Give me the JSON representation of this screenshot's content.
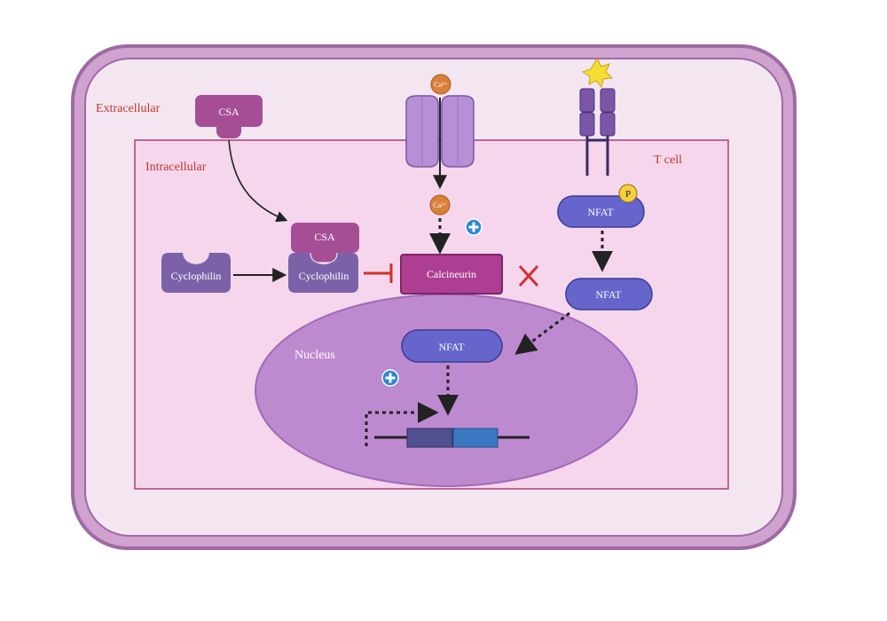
{
  "labels": {
    "extracellular": "Extracellular",
    "intracellular": "Intracellular",
    "t_cell": "T cell",
    "nucleus": "Nucleus"
  },
  "molecules": {
    "csa_outside": "CSA",
    "csa_bound": "CSA",
    "cyclophilin_free": "Cyclophilin",
    "cyclophilin_bound": "Cyclophilin",
    "calcineurin": "Calcineurin",
    "nfat_phosphorylated": "NFAT",
    "nfat_cytoplasm": "NFAT",
    "nfat_nucleus": "NFAT",
    "phosphate": "P",
    "calcium_outside": "Ca²⁺",
    "calcium_inside": "Ca²⁺"
  },
  "colors": {
    "cell_border": "#9e6aa3",
    "cell_fill": "#f3e6f1",
    "cytoplasm_border": "#b23b7a",
    "cytoplasm_fill": "#f5d6ec",
    "nucleus_fill": "#bd8ad0",
    "csa": "#a54e96",
    "cyclophilin": "#7b62a8",
    "calcineurin": "#ad3e91",
    "nfat": "#6565cc",
    "region_text": "#c0392b",
    "inhibition": "#d0312d",
    "activation": "#2f86d1",
    "calcium": "#d9803a",
    "phosphate": "#f4d03f",
    "gene_promoter": "#51508f",
    "gene_coding": "#3a78c2"
  },
  "icons": {
    "activation_calcineurin": "plus-circle-icon",
    "activation_transcription": "plus-circle-icon",
    "blocked": "cross-icon",
    "signal": "starburst-icon"
  }
}
